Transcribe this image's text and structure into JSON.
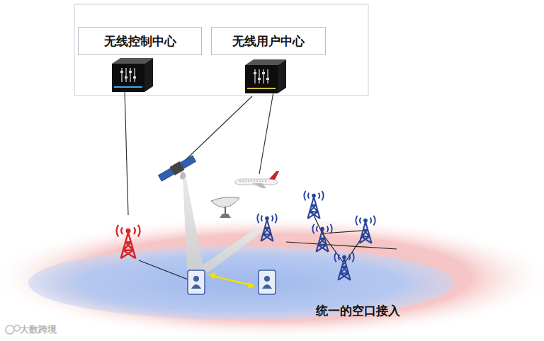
{
  "diagram": {
    "nodes": [
      {
        "text": [
          "无线控制中心"
        ]
      },
      {
        "text": [
          "无线用户中心"
        ]
      }
    ],
    "labels": [
      "统一的空口接入",
      "大数跨境"
    ]
  }
}
